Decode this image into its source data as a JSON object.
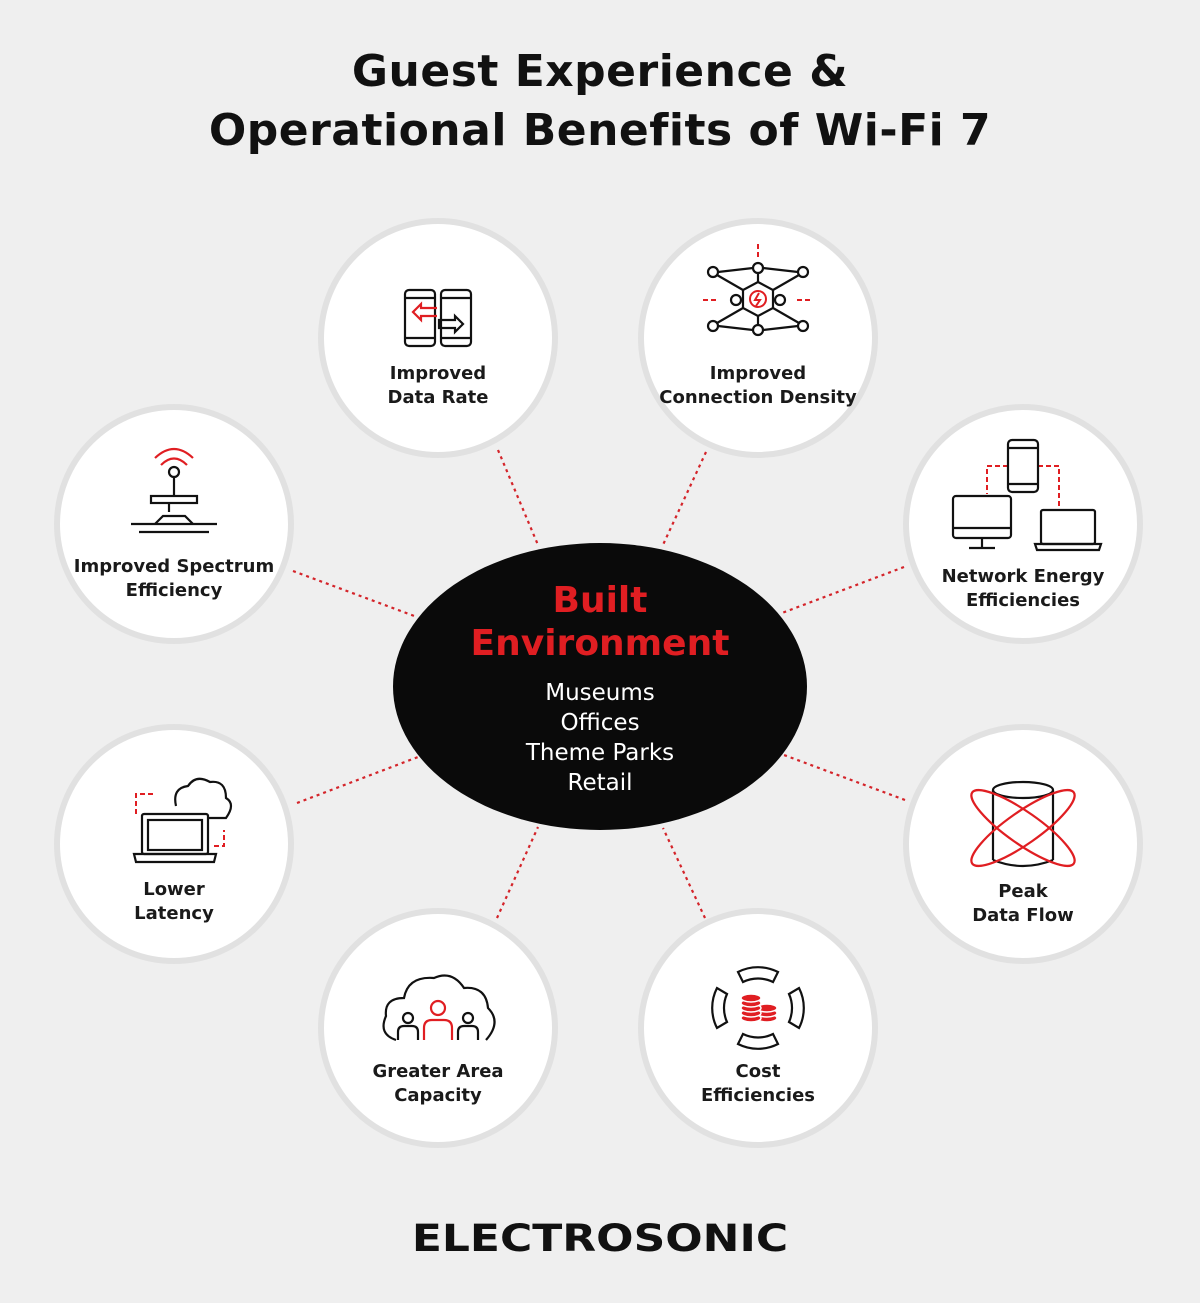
{
  "title": {
    "line1": "Guest Experience &",
    "line2": "Operational Benefits of Wi-Fi 7"
  },
  "center": {
    "title_line1": "Built",
    "title_line2": "Environment",
    "items": [
      "Museums",
      "Offices",
      "Theme Parks",
      "Retail"
    ]
  },
  "benefits": [
    {
      "icon": "phones-transfer-icon",
      "line1": "Improved",
      "line2": "Data Rate"
    },
    {
      "icon": "network-nodes-icon",
      "line1": "Improved",
      "line2": "Connection Density"
    },
    {
      "icon": "antenna-signal-icon",
      "line1": "Improved Spectrum",
      "line2": "Efficiency"
    },
    {
      "icon": "connected-devices-icon",
      "line1": "Network Energy",
      "line2": "Efficiencies"
    },
    {
      "icon": "cloud-laptop-icon",
      "line1": "Lower",
      "line2": "Latency"
    },
    {
      "icon": "database-orbit-icon",
      "line1": "Peak",
      "line2": "Data Flow"
    },
    {
      "icon": "cloud-people-icon",
      "line1": "Greater Area",
      "line2": "Capacity"
    },
    {
      "icon": "coins-target-icon",
      "line1": "Cost",
      "line2": "Efficiencies"
    }
  ],
  "logo": "ELECTROSONIC",
  "colors": {
    "accent": "#e01e22",
    "dark": "#0a0a0a",
    "background": "#efefef"
  }
}
